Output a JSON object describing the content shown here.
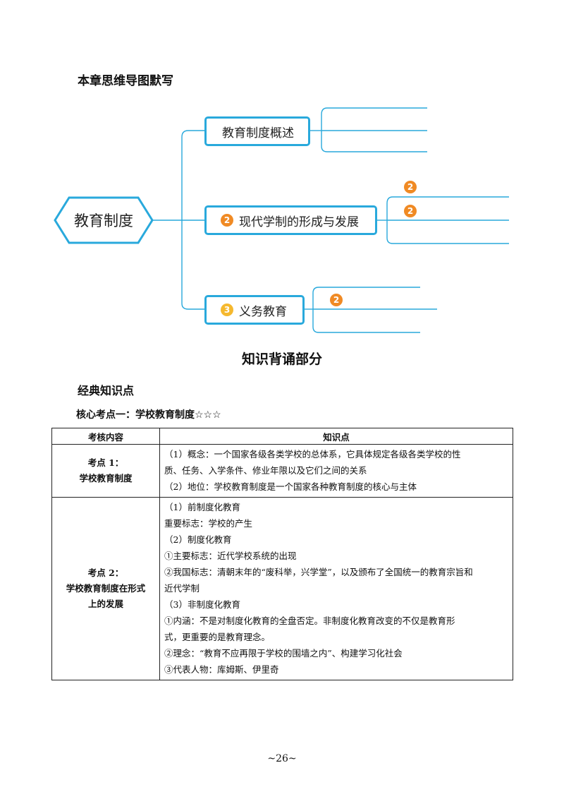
{
  "map_title": "本章思维导图默写",
  "mindmap": {
    "root": "教育制度",
    "branches": [
      {
        "badge": "",
        "label": "教育制度概述"
      },
      {
        "badge": "2",
        "label": "现代学制的形成与发展"
      },
      {
        "badge": "3",
        "label": "义务教育"
      }
    ],
    "sub_badges": [
      "2",
      "2",
      "2"
    ],
    "colors": {
      "border": "#29a9dc",
      "badge_orange": "#f08a24",
      "badge_yellow": "#f5b82e"
    }
  },
  "section_title": "知识背诵部分",
  "sub_title": "经典知识点",
  "core_title": {
    "text": "核心考点一：学校教育制度",
    "stars": "☆☆☆"
  },
  "table": {
    "headers": [
      "考核内容",
      "知识点"
    ],
    "rows": [
      {
        "label_lines": [
          "考点 1：",
          "学校教育制度"
        ],
        "content_lines": [
          "（1）概念：一个国家各级各类学校的总体系，它具体规定各级各类学校的性",
          "质、任务、入学条件、修业年限以及它们之间的关系",
          "（2）地位：学校教育制度是一个国家各种教育制度的核心与主体"
        ]
      },
      {
        "label_lines": [
          "考点 2：",
          "学校教育制度在形式",
          "上的发展"
        ],
        "content_lines": [
          "（1）前制度化教育",
          "重要标志：学校的产生",
          "（2）制度化教育",
          "①主要标志：近代学校系统的出现",
          "②我国标志：清朝末年的“废科举，兴学堂”，以及颁布了全国统一的教育宗旨和",
          "近代学制",
          "（3）非制度化教育",
          "①内涵：不是对制度化教育的全盘否定。非制度化教育改变的不仅是教育形",
          "式，更重要的是教育理念。",
          "②理念：“教育不应再限于学校的围墙之内”、构建学习化社会",
          "③代表人物：库姆斯、伊里奇"
        ]
      }
    ]
  },
  "page_number": "~26~"
}
